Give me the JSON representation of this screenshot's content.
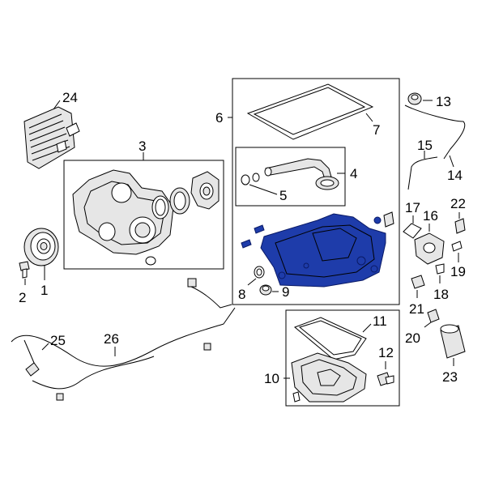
{
  "diagram": {
    "highlight_color": "#1e3caa",
    "callouts": {
      "c1": "1",
      "c2": "2",
      "c3": "3",
      "c4": "4",
      "c5": "5",
      "c6": "6",
      "c7": "7",
      "c8": "8",
      "c9": "9",
      "c10": "10",
      "c11": "11",
      "c12": "12",
      "c13": "13",
      "c14": "14",
      "c15": "15",
      "c16": "16",
      "c17": "17",
      "c18": "18",
      "c19": "19",
      "c20": "20",
      "c21": "21",
      "c22": "22",
      "c23": "23",
      "c24": "24",
      "c25": "25",
      "c26": "26"
    }
  }
}
